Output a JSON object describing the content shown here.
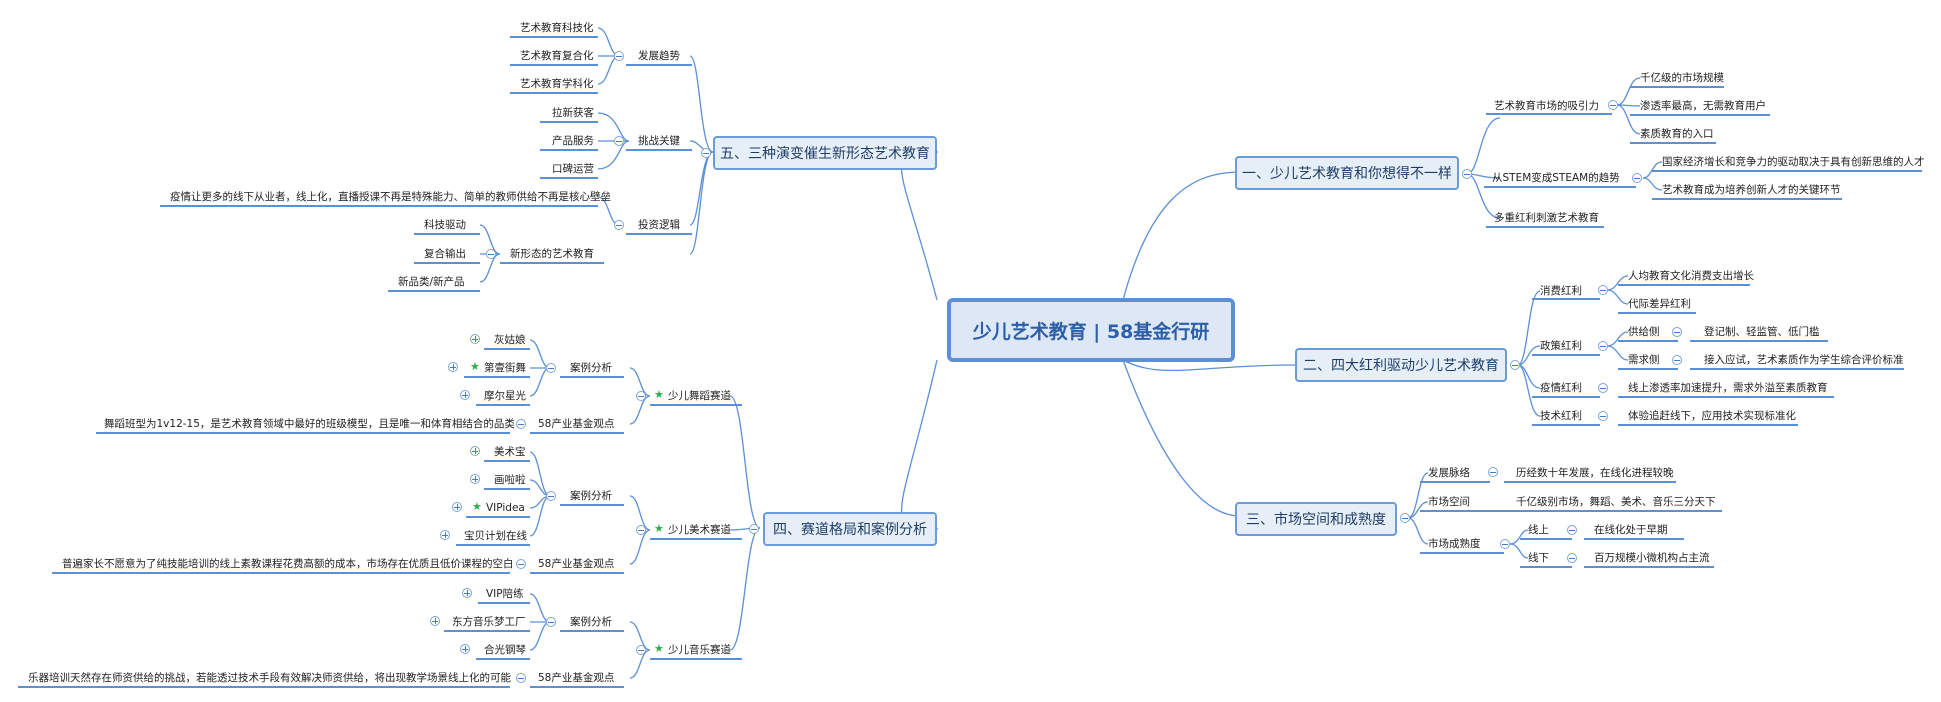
{
  "root": {
    "label": "少儿艺术教育 | 58基金行研"
  },
  "branches": {
    "b1": {
      "label": "一、少儿艺术教育和你想得不一样",
      "c1": {
        "label": "艺术教育市场的吸引力",
        "i1": "千亿级的市场规模",
        "i2": "渗透率最高，无需教育用户",
        "i3": "素质教育的入口"
      },
      "c2": {
        "label": "从STEM变成STEAM的趋势",
        "i1": "国家经济增长和竞争力的驱动取决于具有创新思维的人才",
        "i2": "艺术教育成为培养创新人才的关键环节"
      },
      "c3": {
        "label": "多重红利刺激艺术教育"
      }
    },
    "b2": {
      "label": "二、四大红利驱动少儿艺术教育",
      "c1": {
        "label": "消费红利",
        "i1": "人均教育文化消费支出增长",
        "i2": "代际差异红利"
      },
      "c2": {
        "label": "政策红利",
        "supply": "供给侧",
        "supply_v": "登记制、轻监管、低门槛",
        "demand": "需求侧",
        "demand_v": "接入应试，艺术素质作为学生综合评价标准"
      },
      "c3": {
        "label": "疫情红利",
        "i1": "线上渗透率加速提升，需求外溢至素质教育"
      },
      "c4": {
        "label": "技术红利",
        "i1": "体验追赶线下，应用技术实现标准化"
      }
    },
    "b3": {
      "label": "三、市场空间和成熟度",
      "c1": {
        "label": "发展脉络",
        "i1": "历经数十年发展，在线化进程较晚"
      },
      "c2": {
        "label": "市场空间",
        "i1": "千亿级别市场，舞蹈、美术、音乐三分天下"
      },
      "c3": {
        "label": "市场成熟度",
        "online": "线上",
        "online_v": "在线化处于早期",
        "offline": "线下",
        "offline_v": "百万规模小微机构占主流"
      }
    },
    "b4": {
      "label": "四、赛道格局和案例分析",
      "dance": {
        "label": "少儿舞蹈赛道",
        "case": "案例分析",
        "i1": "灰姑娘",
        "i2": "第壹街舞",
        "i3": "摩尔星光",
        "view": "58产业基金观点",
        "view_v": "舞蹈班型为1v12-15，是艺术教育领域中最好的班级模型，且是唯一和体育相结合的品类"
      },
      "art": {
        "label": "少儿美术赛道",
        "case": "案例分析",
        "i1": "美术宝",
        "i2": "画啦啦",
        "i3": "VIPidea",
        "i4": "宝贝计划在线",
        "view": "58产业基金观点",
        "view_v": "普遍家长不愿意为了纯技能培训的线上素教课程花费高额的成本，市场存在优质且低价课程的空白"
      },
      "music": {
        "label": "少儿音乐赛道",
        "case": "案例分析",
        "i1": "VIP陪练",
        "i2": "东方音乐梦工厂",
        "i3": "合光钢琴",
        "view": "58产业基金观点",
        "view_v": "乐器培训天然存在师资供给的挑战，若能透过技术手段有效解决师资供给，将出现教学场景线上化的可能"
      }
    },
    "b5": {
      "label": "五、三种演变催生新形态艺术教育",
      "trend": {
        "label": "发展趋势",
        "i1": "艺术教育科技化",
        "i2": "艺术教育复合化",
        "i3": "艺术教育学科化"
      },
      "key": {
        "label": "挑战关键",
        "i1": "拉新获客",
        "i2": "产品服务",
        "i3": "口碑运营"
      },
      "logic": {
        "label": "投资逻辑",
        "i1": "疫情让更多的线下从业者，线上化，直播授课不再是特殊能力、简单的教师供给不再是核心壁垒"
      },
      "newform": {
        "label": "新形态的艺术教育",
        "i1": "科技驱动",
        "i2": "复合输出",
        "i3": "新品类/新产品"
      }
    }
  }
}
